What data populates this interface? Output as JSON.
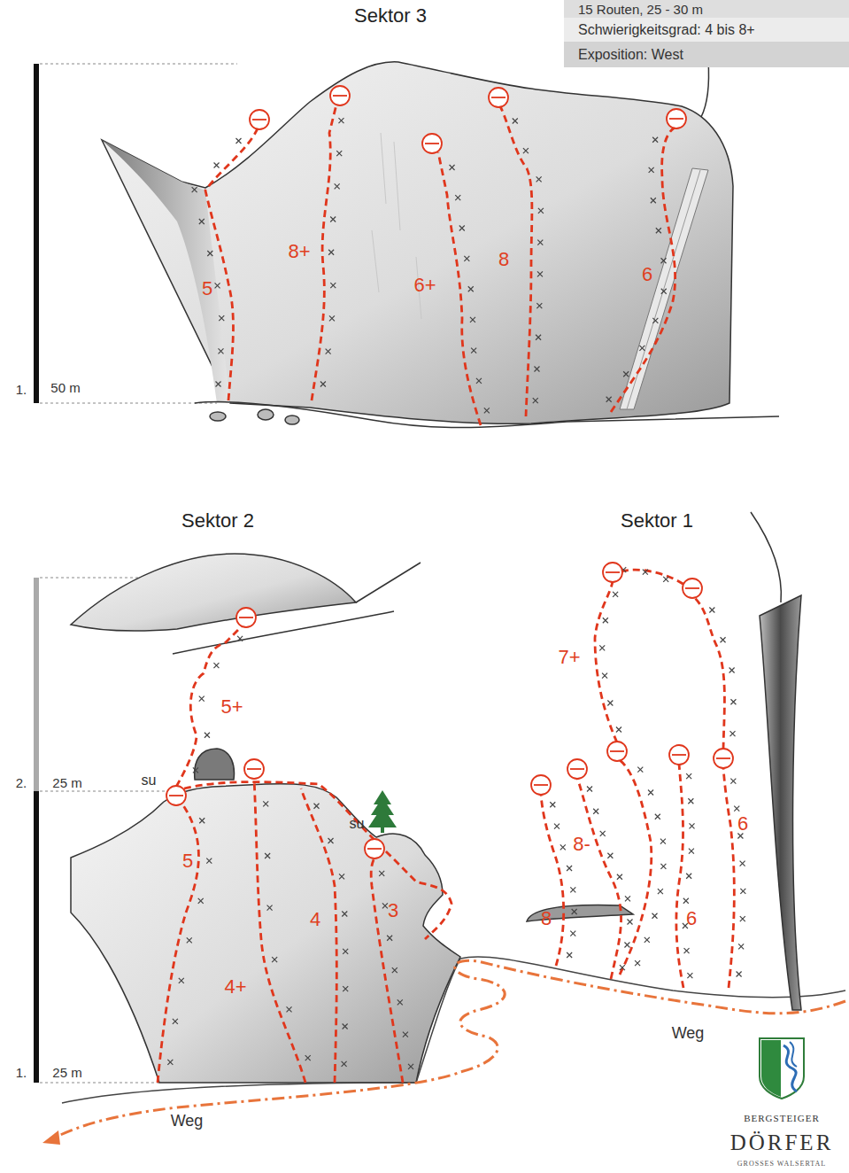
{
  "diagram": {
    "nodes": [
      {
        "text": [
          "15 Routen, 25 - 30 m"
        ]
      },
      {
        "text": [
          "Schwierigkeitsgrad: 4 bis 8+"
        ]
      },
      {
        "text": [
          "Exposition: West"
        ]
      }
    ],
    "labels": [
      "Sektor 3",
      "5",
      "8+",
      "6+",
      "8",
      "6",
      "1.",
      "50 m",
      "Sektor 2",
      "Sektor 1",
      "5+",
      "2.",
      "25 m",
      "su",
      "su",
      "5",
      "4+",
      "4",
      "3",
      "1.",
      "25 m",
      "7+",
      "8-",
      "8",
      "6",
      "6",
      "Weg",
      "Weg",
      "BERGSTEIGER",
      "DÖRFER",
      "GROSSES WALSERTAL"
    ]
  }
}
